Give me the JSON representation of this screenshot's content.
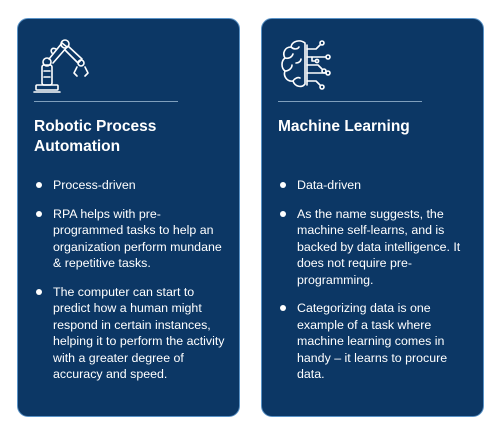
{
  "colors": {
    "card_background": "#0c3765",
    "card_border": "#5a93c7",
    "text": "#ffffff"
  },
  "cards": [
    {
      "icon": "robotic-arm-icon",
      "title": "Robotic Process Automation",
      "bullets": [
        "Process-driven",
        "RPA helps with pre-programmed tasks to help an organization perform mundane & repetitive tasks.",
        "The computer can start to predict how a human might respond in certain instances, helping it to perform the activity with a greater degree of accuracy and speed."
      ]
    },
    {
      "icon": "brain-circuit-icon",
      "title": "Machine Learning",
      "bullets": [
        "Data-driven",
        "As the name suggests, the machine self-learns, and is backed by data intelligence. It does not require pre-programming.",
        "Categorizing data is one example of a task where machine learning comes in handy – it learns to procure data."
      ]
    }
  ]
}
